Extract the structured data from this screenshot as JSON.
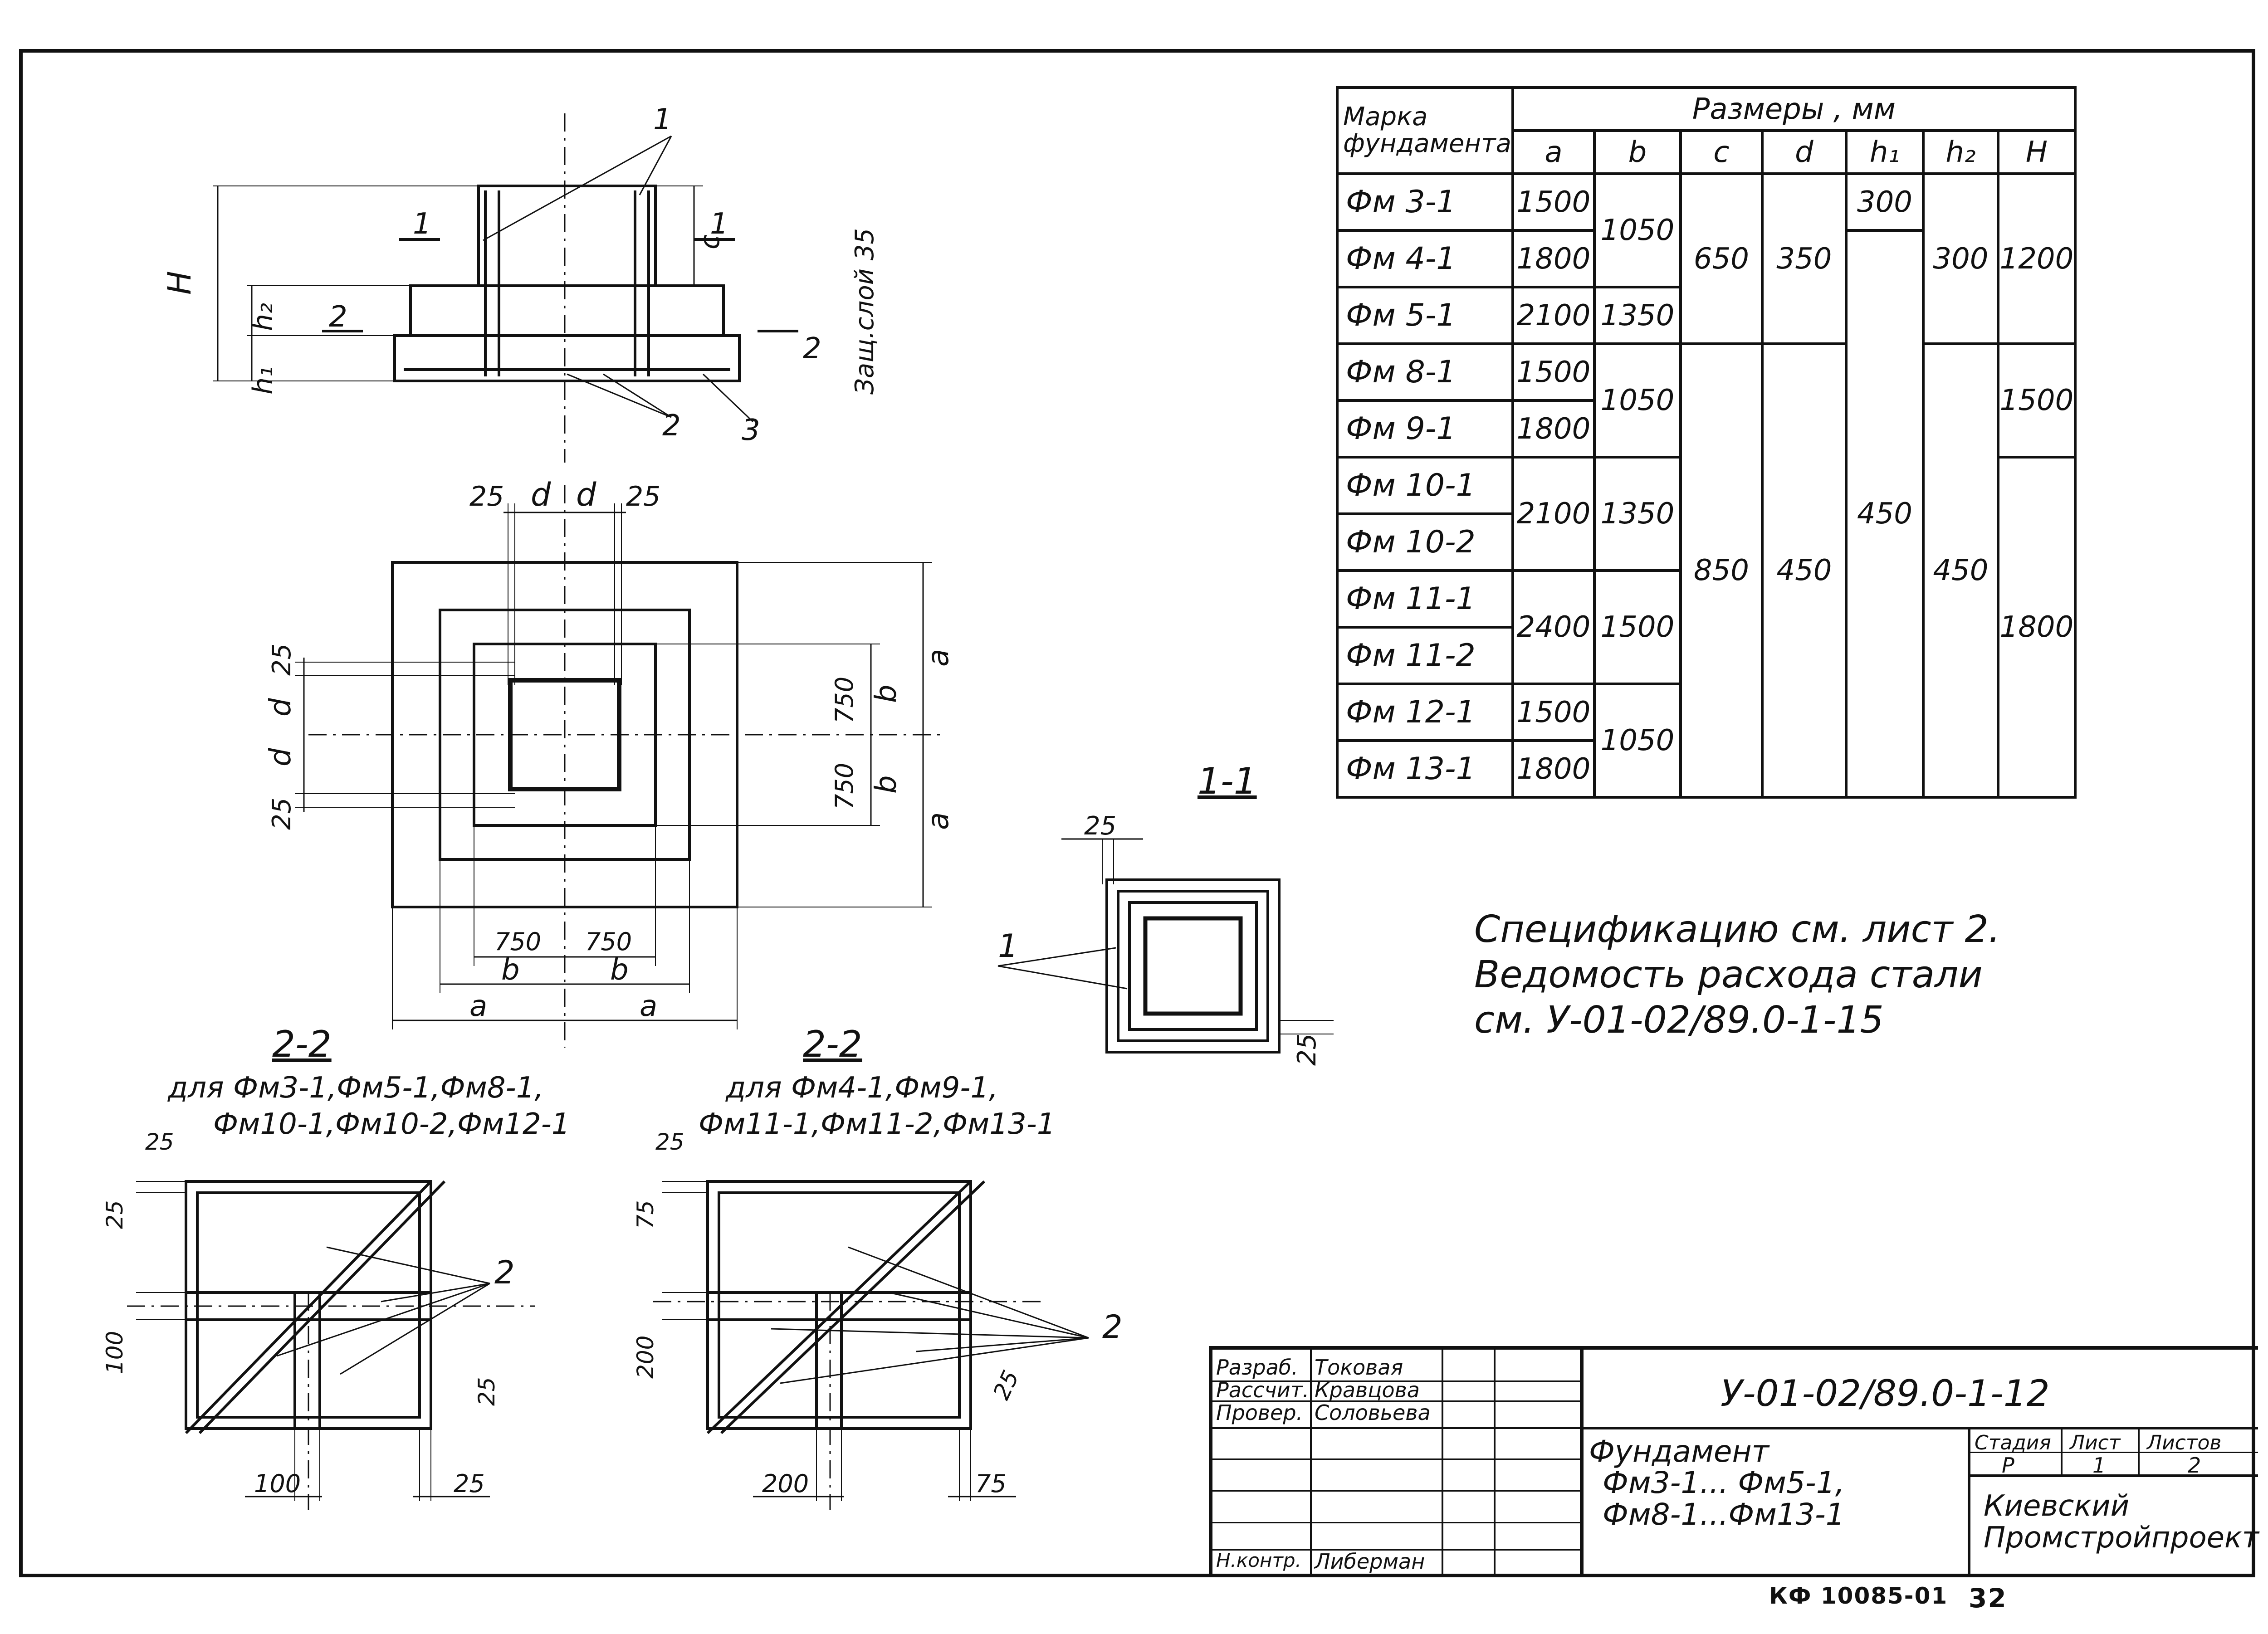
{
  "frame": {},
  "elevation": {
    "labels": {
      "H": "H",
      "h1": "h₁",
      "h2": "h₂",
      "c": "c",
      "cover": "Защ.слой 35",
      "sec1_left": "1",
      "sec1_right": "1",
      "sec2_left": "2",
      "sec2_right": "2",
      "callout1": "1",
      "callout2": "2",
      "callout3": "3"
    }
  },
  "plan": {
    "labels": {
      "dim_25a": "25",
      "dim_d1": "d",
      "dim_d2": "d",
      "dim_25b": "25",
      "left_25a": "25",
      "left_d1": "d",
      "left_d2": "d",
      "left_25b": "25",
      "right_750a": "750",
      "right_750b": "750",
      "right_b1": "b",
      "right_b2": "b",
      "right_a1": "a",
      "right_a2": "a",
      "bot_750a": "750",
      "bot_750b": "750",
      "bot_b1": "b",
      "bot_b2": "b",
      "bot_a1": "a",
      "bot_a2": "a"
    }
  },
  "section11": {
    "title": "1-1",
    "dim_top": "25",
    "dim_right": "25",
    "callout": "1"
  },
  "section22a": {
    "title": "2-2",
    "caption_l1": "для Фм3-1,Фм5-1,Фм8-1,",
    "caption_l2": "Фм10-1,Фм10-2,Фм12-1",
    "dim_top": "25",
    "dim_left_25": "25",
    "dim_left_100": "100",
    "dim_right_25": "25",
    "dim_bot_100": "100",
    "dim_bot_25": "25",
    "callout": "2"
  },
  "section22b": {
    "title": "2-2",
    "caption_l1": "для Фм4-1,Фм9-1,",
    "caption_l2": "Фм11-1,Фм11-2,Фм13-1",
    "dim_top": "25",
    "dim_left_75": "75",
    "dim_left_200": "200",
    "dim_right_25": "25",
    "dim_bot_200": "200",
    "dim_bot_75": "75",
    "callout": "2"
  },
  "table": {
    "header_mark_l1": "Марка",
    "header_mark_l2": "фундамента",
    "header_sizes": "Размеры , мм",
    "cols": [
      "a",
      "b",
      "c",
      "d",
      "h₁",
      "h₂",
      "H"
    ],
    "marks": [
      "Фм 3-1",
      "Фм 4-1",
      "Фм 5-1",
      "Фм 8-1",
      "Фм 9-1",
      "Фм 10-1",
      "Фм 10-2",
      "Фм 11-1",
      "Фм 11-2",
      "Фм 12-1",
      "Фм 13-1"
    ],
    "a": [
      "1500",
      "1800",
      "2100",
      "1500",
      "1800",
      "2100",
      "2400",
      "1500",
      "1800"
    ],
    "b": [
      "1050",
      "1350",
      "1050",
      "1350",
      "1500",
      "1050"
    ],
    "c": [
      "650",
      "850"
    ],
    "d": [
      "350",
      "450"
    ],
    "h1": [
      "300",
      "450"
    ],
    "h2": [
      "300",
      "450"
    ],
    "H": [
      "1200",
      "1500",
      "1800"
    ]
  },
  "notes": {
    "line1": "Спецификацию см. лист 2.",
    "line2": "Ведомость расхода стали",
    "line3": "см. У-01-02/89.0-1-15"
  },
  "title_block": {
    "roles": [
      "Разраб.",
      "Рассчит.",
      "Провер.",
      "",
      "",
      "",
      "Н.контр."
    ],
    "names": [
      "Токовая",
      "Кравцова",
      "Соловьева",
      "",
      "",
      "",
      "Либерман"
    ],
    "code": "У-01-02/89.0-1-12",
    "name_l1": "Фундамент",
    "name_l2": "Фм3-1... Фм5-1,",
    "name_l3": "Фм8-1...Фм13-1",
    "h_stage": "Стадия",
    "h_sheet": "Лист",
    "h_sheets": "Листов",
    "stage": "Р",
    "sheet": "1",
    "sheets": "2",
    "org_l1": "Киевский",
    "org_l2": "Промстройпроект"
  },
  "footer": {
    "inv": "КФ 10085-01",
    "page": "32"
  }
}
